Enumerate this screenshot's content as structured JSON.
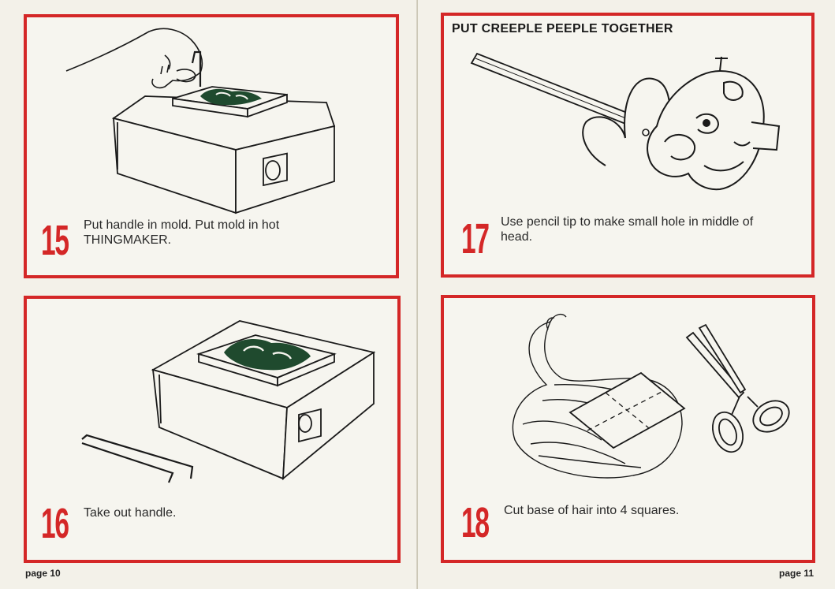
{
  "pages": [
    {
      "page_label": "page 10",
      "panels": [
        {
          "step": "15",
          "caption_line1": "Put handle in mold. Put mold in hot",
          "caption_line2": "THINGMAKER."
        },
        {
          "step": "16",
          "caption_line1": "Take out handle."
        }
      ]
    },
    {
      "page_label": "page 11",
      "section_title": "PUT CREEPLE PEEPLE TOGETHER",
      "panels": [
        {
          "step": "17",
          "caption_line1": "Use pencil tip to make small hole in middle of",
          "caption_line2": "head."
        },
        {
          "step": "18",
          "caption_line1": "Cut base of hair into 4 squares."
        }
      ]
    }
  ],
  "colors": {
    "panel_border": "#d42727",
    "step_number": "#d42727",
    "ink": "#1a1a1a",
    "mold_fill": "#1f4a2e",
    "paper": "#f3f1e9"
  },
  "icons": [
    "hand-icon",
    "thingmaker-oven-icon",
    "mold-icon",
    "handle-icon",
    "pencil-icon",
    "creeple-head-icon",
    "hair-icon",
    "scissors-icon"
  ]
}
